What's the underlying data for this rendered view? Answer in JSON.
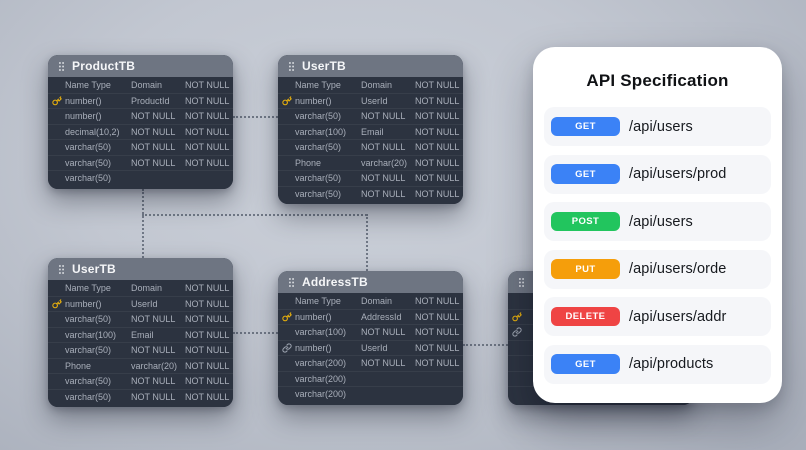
{
  "canvas": {
    "background": "#c2c7d1"
  },
  "tables": [
    {
      "title": "ProductTB",
      "columns": [
        "Name Type",
        "Domain",
        "NOT NULL"
      ],
      "rows": [
        {
          "icon": "key",
          "name": "number()",
          "domain": "ProductId",
          "notnull": "NOT NULL"
        },
        {
          "icon": "",
          "name": "number()",
          "domain": "NOT NULL",
          "notnull": "NOT NULL"
        },
        {
          "icon": "",
          "name": "decimal(10,2)",
          "domain": "NOT NULL",
          "notnull": "NOT NULL"
        },
        {
          "icon": "",
          "name": "varchar(50)",
          "domain": "NOT NULL",
          "notnull": "NOT NULL"
        },
        {
          "icon": "",
          "name": "varchar(50)",
          "domain": "NOT NULL",
          "notnull": "NOT NULL"
        },
        {
          "icon": "",
          "name": "varchar(50)",
          "domain": "",
          "notnull": ""
        }
      ]
    },
    {
      "title": "UserTB",
      "columns": [
        "Name Type",
        "Domain",
        "NOT NULL"
      ],
      "rows": [
        {
          "icon": "key",
          "name": "number()",
          "domain": "UserId",
          "notnull": "NOT NULL"
        },
        {
          "icon": "",
          "name": "varchar(50)",
          "domain": "NOT NULL",
          "notnull": "NOT NULL"
        },
        {
          "icon": "",
          "name": "varchar(100)",
          "domain": "Email",
          "notnull": "NOT NULL"
        },
        {
          "icon": "",
          "name": "varchar(50)",
          "domain": "NOT NULL",
          "notnull": "NOT NULL"
        },
        {
          "icon": "",
          "name": "Phone",
          "domain": "varchar(20)",
          "notnull": "NOT NULL"
        },
        {
          "icon": "",
          "name": "varchar(50)",
          "domain": "NOT NULL",
          "notnull": "NOT NULL"
        },
        {
          "icon": "",
          "name": "varchar(50)",
          "domain": "NOT NULL",
          "notnull": "NOT NULL"
        }
      ]
    },
    {
      "title": "UserTB",
      "columns": [
        "Name Type",
        "Domain",
        "NOT NULL"
      ],
      "rows": [
        {
          "icon": "key",
          "name": "number()",
          "domain": "UserId",
          "notnull": "NOT NULL"
        },
        {
          "icon": "",
          "name": "varchar(50)",
          "domain": "NOT NULL",
          "notnull": "NOT NULL"
        },
        {
          "icon": "",
          "name": "varchar(100)",
          "domain": "Email",
          "notnull": "NOT NULL"
        },
        {
          "icon": "",
          "name": "varchar(50)",
          "domain": "NOT NULL",
          "notnull": "NOT NULL"
        },
        {
          "icon": "",
          "name": "Phone",
          "domain": "varchar(20)",
          "notnull": "NOT NULL"
        },
        {
          "icon": "",
          "name": "varchar(50)",
          "domain": "NOT NULL",
          "notnull": "NOT NULL"
        },
        {
          "icon": "",
          "name": "varchar(50)",
          "domain": "NOT NULL",
          "notnull": "NOT NULL"
        }
      ]
    },
    {
      "title": "AddressTB",
      "columns": [
        "Name Type",
        "Domain",
        "NOT NULL"
      ],
      "rows": [
        {
          "icon": "key",
          "name": "number()",
          "domain": "AddressId",
          "notnull": "NOT NULL"
        },
        {
          "icon": "",
          "name": "varchar(100)",
          "domain": "NOT NULL",
          "notnull": "NOT NULL"
        },
        {
          "icon": "link",
          "name": "number()",
          "domain": "UserId",
          "notnull": "NOT NULL"
        },
        {
          "icon": "",
          "name": "varchar(200)",
          "domain": "NOT NULL",
          "notnull": "NOT NULL"
        },
        {
          "icon": "",
          "name": "varchar(200)",
          "domain": "",
          "notnull": ""
        },
        {
          "icon": "",
          "name": "varchar(200)",
          "domain": "",
          "notnull": ""
        }
      ]
    },
    {
      "title": "",
      "columns": [
        "",
        "",
        ""
      ],
      "rows": [
        {
          "icon": "key",
          "name": "",
          "domain": "",
          "notnull": ""
        },
        {
          "icon": "link",
          "name": "",
          "domain": "",
          "notnull": ""
        },
        {
          "icon": "",
          "name": "",
          "domain": "",
          "notnull": ""
        },
        {
          "icon": "",
          "name": "",
          "domain": "",
          "notnull": ""
        },
        {
          "icon": "",
          "name": "",
          "domain": "",
          "notnull": ""
        },
        {
          "icon": "",
          "name": "",
          "domain": "",
          "notnull": ""
        }
      ]
    }
  ],
  "api_panel": {
    "title": "API Specification",
    "endpoints": [
      {
        "method": "GET",
        "path": "/api/users",
        "color": "#3b82f6"
      },
      {
        "method": "GET",
        "path": "/api/users/prod",
        "color": "#3b82f6"
      },
      {
        "method": "POST",
        "path": "/api/users",
        "color": "#22c55e"
      },
      {
        "method": "PUT",
        "path": "/api/users/orde",
        "color": "#f59e0b"
      },
      {
        "method": "DELETE",
        "path": "/api/users/addr",
        "color": "#ef4444"
      },
      {
        "method": "GET",
        "path": "/api/products",
        "color": "#3b82f6"
      }
    ]
  }
}
